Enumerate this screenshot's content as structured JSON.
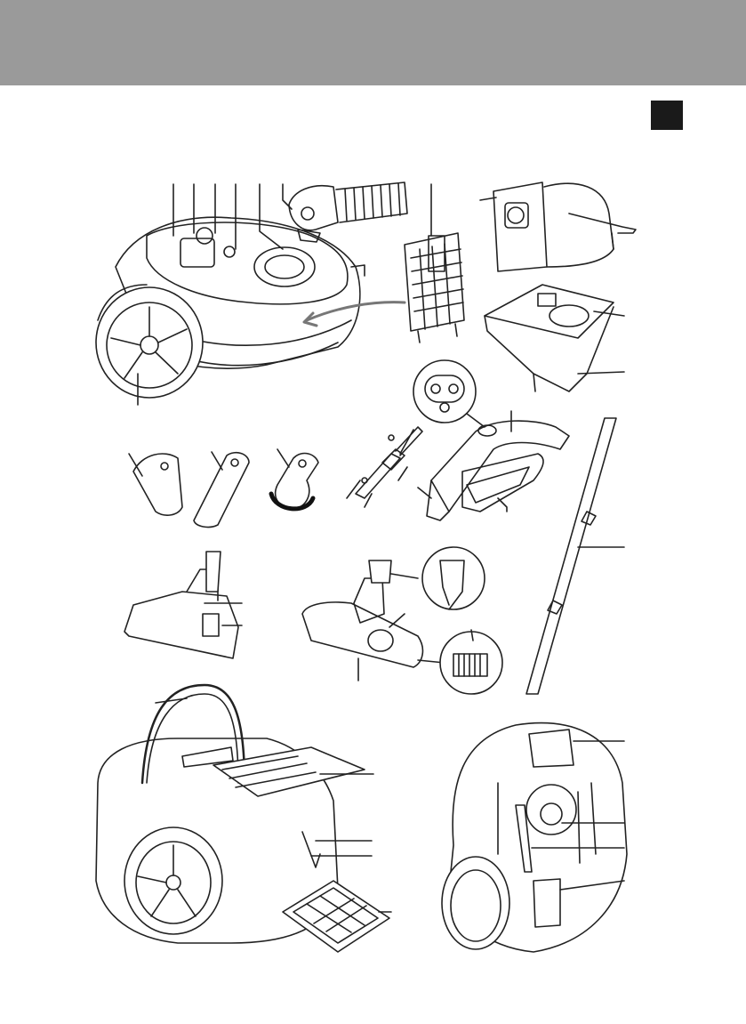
{
  "page": {
    "header_color": "#9a9a9a",
    "tab_color": "#1a1a1a",
    "line_color": "#222222"
  },
  "figures": {
    "vacuum_body": "vacuum-cleaner-body",
    "hose": "hose-connector",
    "filter_grid": "motor-protection-filter",
    "dust_bag": "dust-bag",
    "bag_holder": "dust-bag-holder",
    "small_nozzles": [
      "upholstery-nozzle",
      "crevice-tool",
      "dusting-brush"
    ],
    "tube_coupling": "tube-coupling",
    "handle": "hose-handle",
    "remote_detail": "handle-buttons-detail",
    "telescopic_tube": "telescopic-tube",
    "floor_nozzle": "floor-nozzle",
    "multi_nozzle": "multi-floor-nozzle",
    "rear_view": "rear-view-open",
    "hepa_filter": "exhaust-filter",
    "side_view": "upright-storage-view"
  }
}
